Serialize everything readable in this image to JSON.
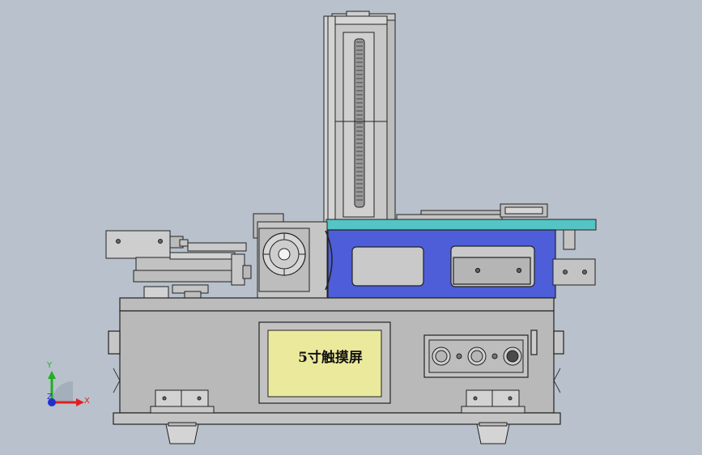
{
  "screen_label": "5寸触摸屏",
  "triad": {
    "y_label": "Y",
    "x_label": "X",
    "z_label": "Z"
  },
  "colors": {
    "background": "#b8c1cc",
    "body": "#b9b9b9",
    "blue_plate": "#4d5ed8",
    "cyan_plate": "#54c4c4",
    "screen": "#ebe99c",
    "x_axis": "#e02020",
    "y_axis": "#20b020",
    "z_axis": "#2030d0"
  }
}
